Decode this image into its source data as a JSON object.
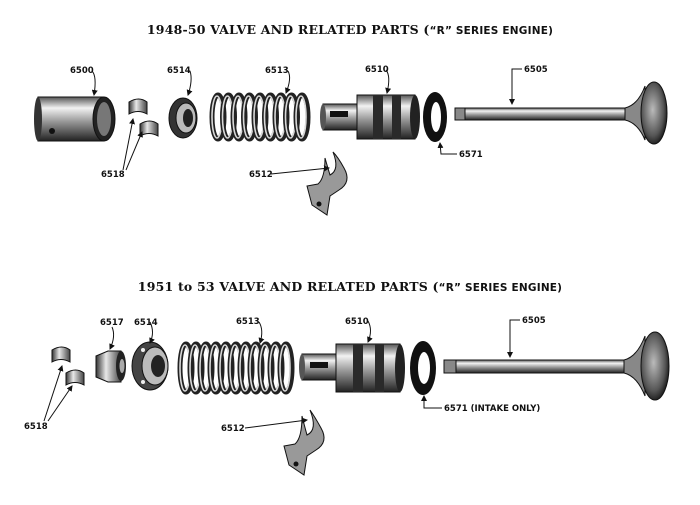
{
  "diagram_1": {
    "title_main": "1948-50 VALVE AND RELATED PARTS (",
    "title_series": "“R” SERIES ENGINE)",
    "labels": {
      "p6500": "6500",
      "p6514": "6514",
      "p6513": "6513",
      "p6510": "6510",
      "p6505": "6505",
      "p6571": "6571",
      "p6518": "6518",
      "p6512": "6512"
    }
  },
  "diagram_2": {
    "title_main": "1951 to 53 VALVE AND RELATED PARTS (",
    "title_series": "“R” SERIES ENGINE)",
    "labels": {
      "p6517": "6517",
      "p6514": "6514",
      "p6513": "6513",
      "p6510": "6510",
      "p6505": "6505",
      "p6571": "6571 (INTAKE ONLY)",
      "p6518": "6518",
      "p6512": "6512"
    }
  }
}
